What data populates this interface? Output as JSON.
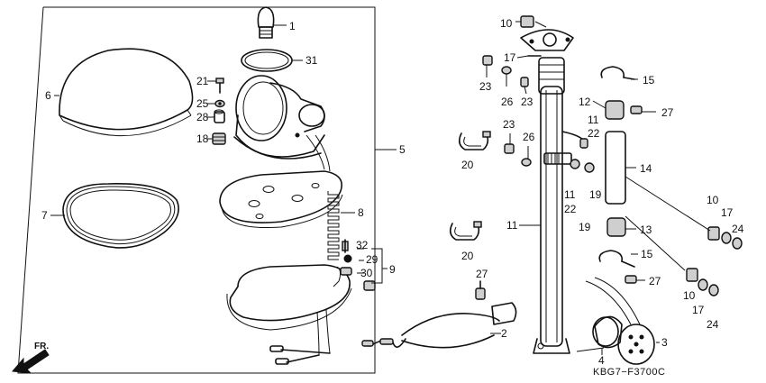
{
  "diagram_code": "KBG7−F3700C",
  "direction_label": "FR.",
  "callouts": [
    "1",
    "31",
    "6",
    "21",
    "25",
    "28",
    "18",
    "5",
    "7",
    "8",
    "32",
    "29",
    "30",
    "9",
    "10",
    "17",
    "23",
    "26",
    "23",
    "20",
    "23",
    "26",
    "12",
    "15",
    "27",
    "11",
    "22",
    "19",
    "14",
    "11",
    "22",
    "19",
    "13",
    "20",
    "11",
    "10",
    "17",
    "24",
    "15",
    "27",
    "10",
    "17",
    "24",
    "27",
    "2",
    "4",
    "3"
  ]
}
